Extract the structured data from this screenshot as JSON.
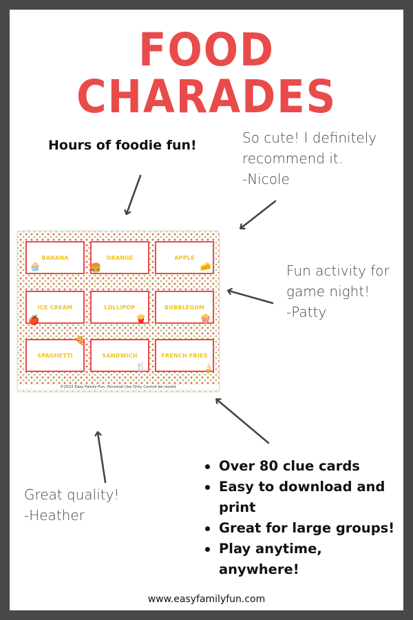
{
  "title": {
    "line1": "FOOD",
    "line2": "CHARADES"
  },
  "tagline": "Hours of foodie fun!",
  "reviews": [
    {
      "lines": [
        "So cute! I definitely",
        "recommend it.",
        "-Nicole"
      ]
    },
    {
      "lines": [
        "Fun activity for",
        "game night!",
        "-Patty"
      ]
    },
    {
      "lines": [
        "Great quality!",
        "-Heather"
      ]
    }
  ],
  "preview": {
    "cards": [
      "BANANA",
      "ORANGE",
      "APPLE",
      "ICE CREAM",
      "LOLLIPOP",
      "BUBBLEGUM",
      "SPAGHETTI",
      "SANDWICH",
      "FRENCH FRIES"
    ],
    "icons": [
      "cupcake-icon",
      "burger-icon",
      "cheese-icon",
      "apple-icon",
      "fries-icon",
      "popcorn-icon",
      "pizza-icon",
      "fork-icon",
      "ice-cream-cone-icon"
    ],
    "copyright": "©2022 Easy Family Fun. Personal Use Only. Cannot be resold."
  },
  "features": [
    "Over 80 clue cards",
    "Easy to download and print",
    "Great for large groups!",
    "Play anytime, anywhere!"
  ],
  "website": "www.easyfamilyfun.com",
  "colors": {
    "frame": "#4a4747",
    "title": "#e94b4b",
    "card_border": "#e94b4b",
    "card_text": "#f2c418"
  }
}
